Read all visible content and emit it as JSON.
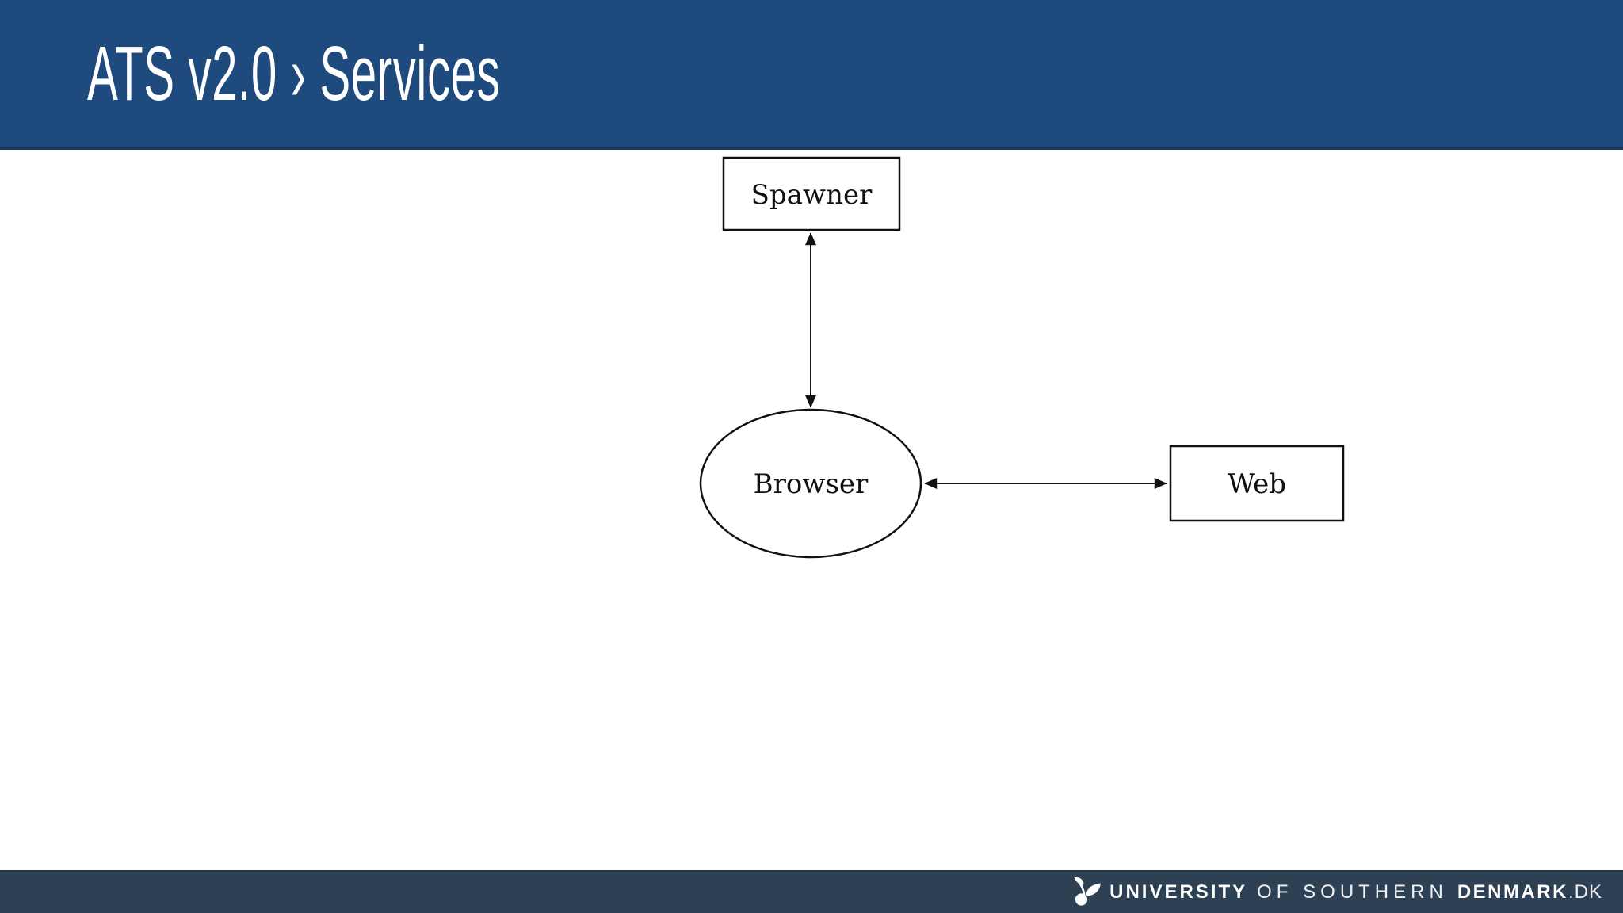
{
  "slide": {
    "title": "ATS v2.0 › Services"
  },
  "colors": {
    "background": "#FFFFFF",
    "header_bg": "#1F4A7D",
    "header_edge": "#173C66",
    "footer_bg": "#2E4053",
    "footer_edge": "#243444",
    "stroke": "#111111"
  },
  "diagram": {
    "nodes": [
      {
        "id": "spawner",
        "label": "Spawner",
        "shape": "rectangle"
      },
      {
        "id": "browser",
        "label": "Browser",
        "shape": "ellipse"
      },
      {
        "id": "web",
        "label": "Web",
        "shape": "rectangle"
      }
    ],
    "edges": [
      {
        "from": "spawner",
        "to": "browser",
        "style": "double-arrow"
      },
      {
        "from": "browser",
        "to": "web",
        "style": "double-arrow"
      }
    ]
  },
  "footer": {
    "icon": "sdu-sprout-icon",
    "segments": {
      "university": "UNIVERSITY",
      "of_southern": "OF SOUTHERN",
      "denmark": "DENMARK",
      "dk": ".DK"
    }
  }
}
